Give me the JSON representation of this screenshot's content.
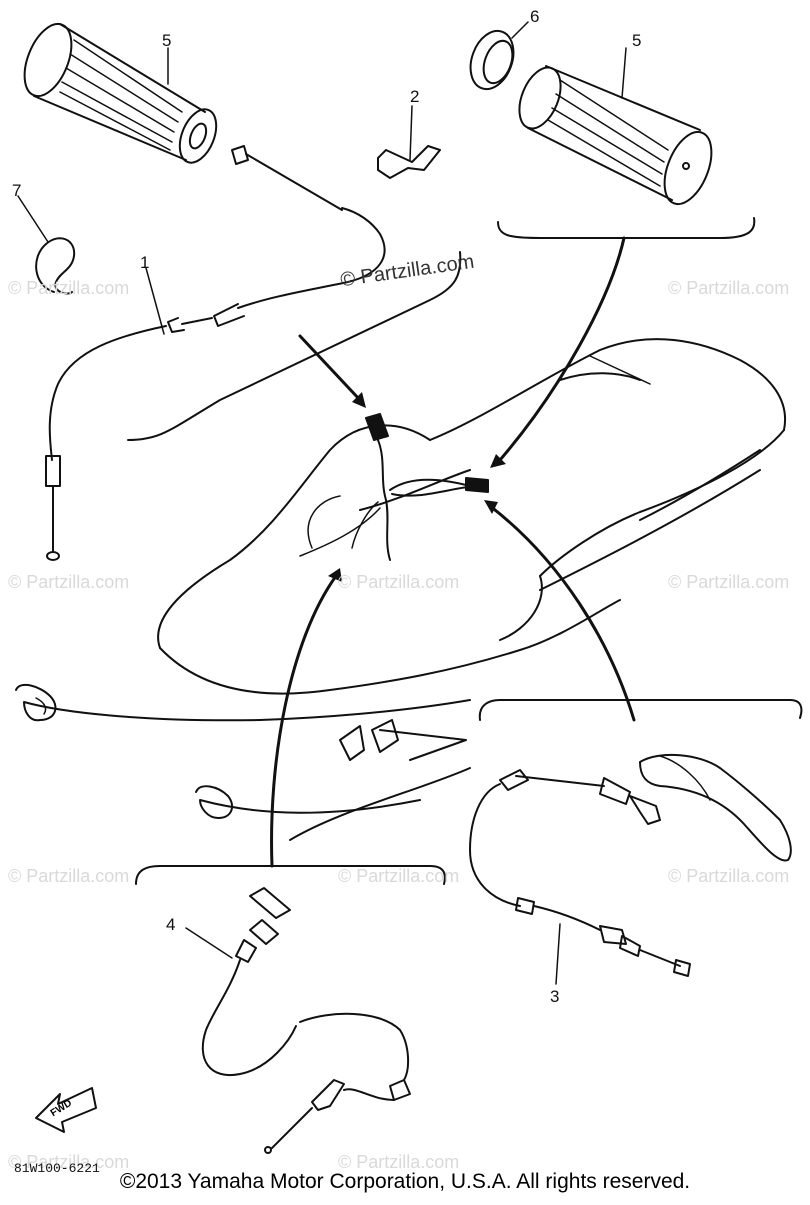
{
  "callouts": {
    "c1": "1",
    "c2": "2",
    "c3": "3",
    "c4": "4",
    "c5a": "5",
    "c5b": "5",
    "c6": "6",
    "c7": "7"
  },
  "watermark": "© Partzilla.com",
  "fwd": "FWD",
  "diagram_code": "81W100-6221",
  "copyright": "©2013 Yamaha Motor Corporation, U.S.A. All rights reserved."
}
